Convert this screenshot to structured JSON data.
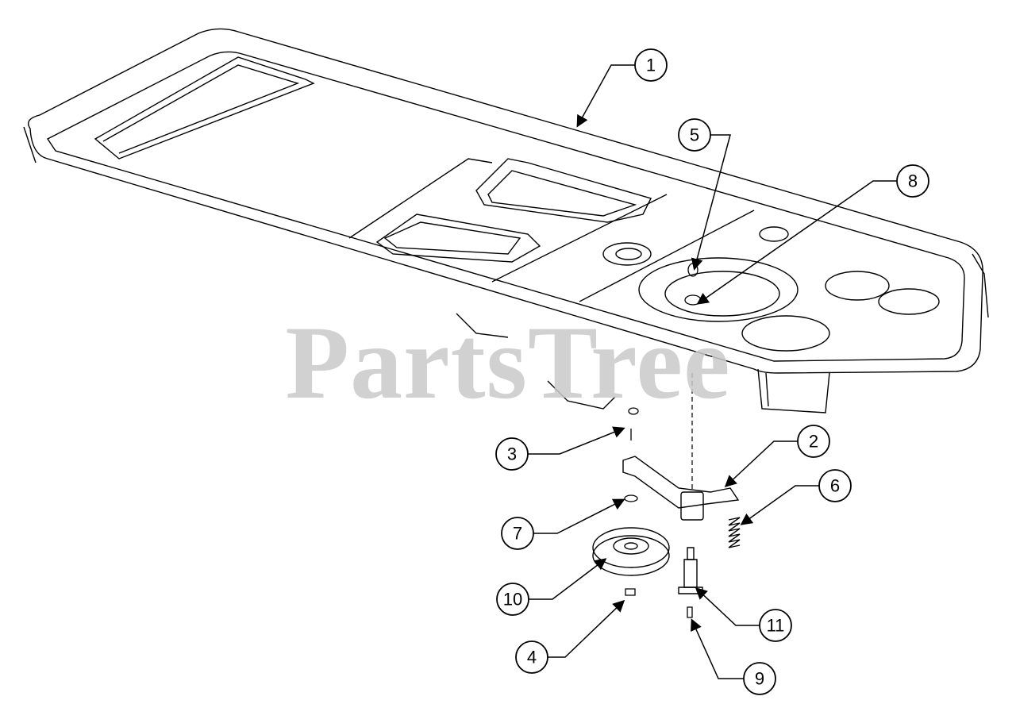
{
  "watermark": "PartsTree",
  "callouts": [
    {
      "id": "1",
      "label": "1"
    },
    {
      "id": "2",
      "label": "2"
    },
    {
      "id": "3",
      "label": "3"
    },
    {
      "id": "4",
      "label": "4"
    },
    {
      "id": "5",
      "label": "5"
    },
    {
      "id": "6",
      "label": "6"
    },
    {
      "id": "7",
      "label": "7"
    },
    {
      "id": "8",
      "label": "8"
    },
    {
      "id": "9",
      "label": "9"
    },
    {
      "id": "10",
      "label": "10"
    },
    {
      "id": "11",
      "label": "11"
    }
  ],
  "colors": {
    "line": "#000000",
    "watermark": "#c9c9c9",
    "background": "#ffffff"
  }
}
